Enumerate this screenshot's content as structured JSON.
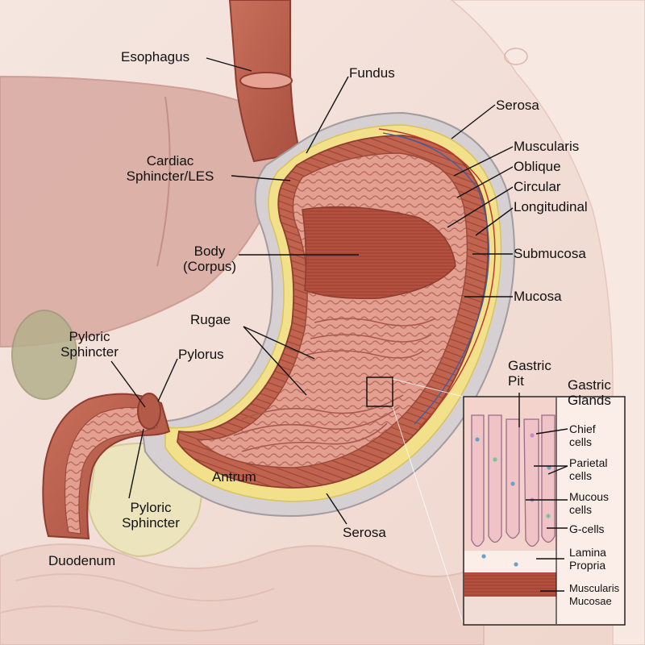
{
  "labels": {
    "esophagus": "Esophagus",
    "fundus": "Fundus",
    "serosa_top": "Serosa",
    "muscularis": "Muscularis",
    "oblique": "Oblique",
    "circular": "Circular",
    "longitudinal": "Longitudinal",
    "submucosa": "Submucosa",
    "mucosa": "Mucosa",
    "cardiac_line1": "Cardiac",
    "cardiac_line2": "Sphincter/LES",
    "body_line1": "Body",
    "body_line2": "(Corpus)",
    "rugae": "Rugae",
    "pyloric_upper_line1": "Pyloric",
    "pyloric_upper_line2": "Sphincter",
    "pylorus": "Pylorus",
    "pyloric_lower_line1": "Pyloric",
    "pyloric_lower_line2": "Sphincter",
    "antrum": "Antrum",
    "serosa_bottom": "Serosa",
    "duodenum": "Duodenum",
    "gastric_pit_line1": "Gastric",
    "gastric_pit_line2": "Pit",
    "gastric_glands_line1": "Gastric",
    "gastric_glands_line2": "Glands",
    "chief_line1": "Chief",
    "chief_line2": "cells",
    "parietal_line1": "Parietal",
    "parietal_line2": "cells",
    "mucous_line1": "Mucous",
    "mucous_line2": "cells",
    "gcells": "G-cells",
    "lamina_line1": "Lamina",
    "lamina_line2": "Propria",
    "musc_mucosae_line1": "Muscularis",
    "musc_mucosae_line2": "Mucosae"
  },
  "colors": {
    "background": "#f3e1da",
    "liver": "#d8a9a0",
    "stomach_wall": "#c86a57",
    "muscle": "#b85a48",
    "mucosa": "#e7a294",
    "submucosa_yellow": "#f2e08a",
    "serosa_gray": "#d6d0d2",
    "label_line": "#111111"
  }
}
